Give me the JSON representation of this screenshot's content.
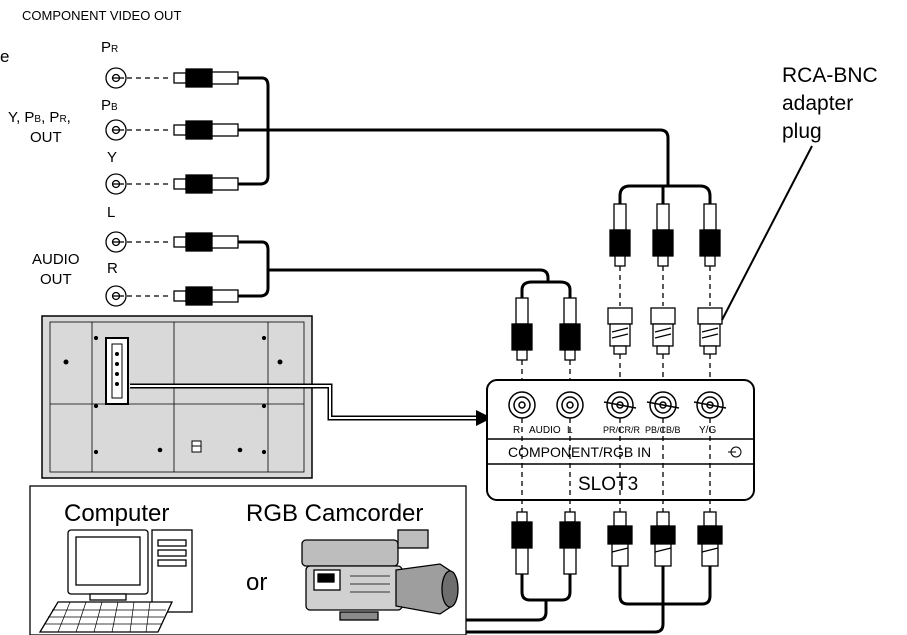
{
  "header": {
    "title": "COMPONENT VIDEO OUT",
    "edge_char": "e"
  },
  "source_labels": {
    "y_pb_pr_out_1": "Y, P",
    "y_pb_pr_sub_b": "B",
    "y_pb_pr_sep": ", P",
    "y_pb_pr_sub_r": "R",
    "y_pb_pr_tail": ",",
    "y_pb_pr_out_2": "OUT",
    "audio_out_1": "AUDIO",
    "audio_out_2": "OUT"
  },
  "jack_labels": {
    "pr_main": "P",
    "pr_sub": "R",
    "pb_main": "P",
    "pb_sub": "B",
    "y": "Y",
    "l": "L",
    "r": "R"
  },
  "callout": {
    "line1": "RCA-BNC",
    "line2": "adapter",
    "line3": "plug"
  },
  "slot": {
    "port_labels": [
      "R",
      "AUDIO",
      "L",
      "PR/CR/R",
      "PB/CB/B",
      "Y/G"
    ],
    "component_label": "COMPONENT/RGB IN",
    "slot_name": "SLOT3"
  },
  "devices": {
    "computer": "Computer",
    "camcorder": "RGB Camcorder",
    "or": "or"
  },
  "colors": {
    "line": "#000000",
    "panel_fill": "#d9d9d9",
    "background": "#ffffff"
  }
}
